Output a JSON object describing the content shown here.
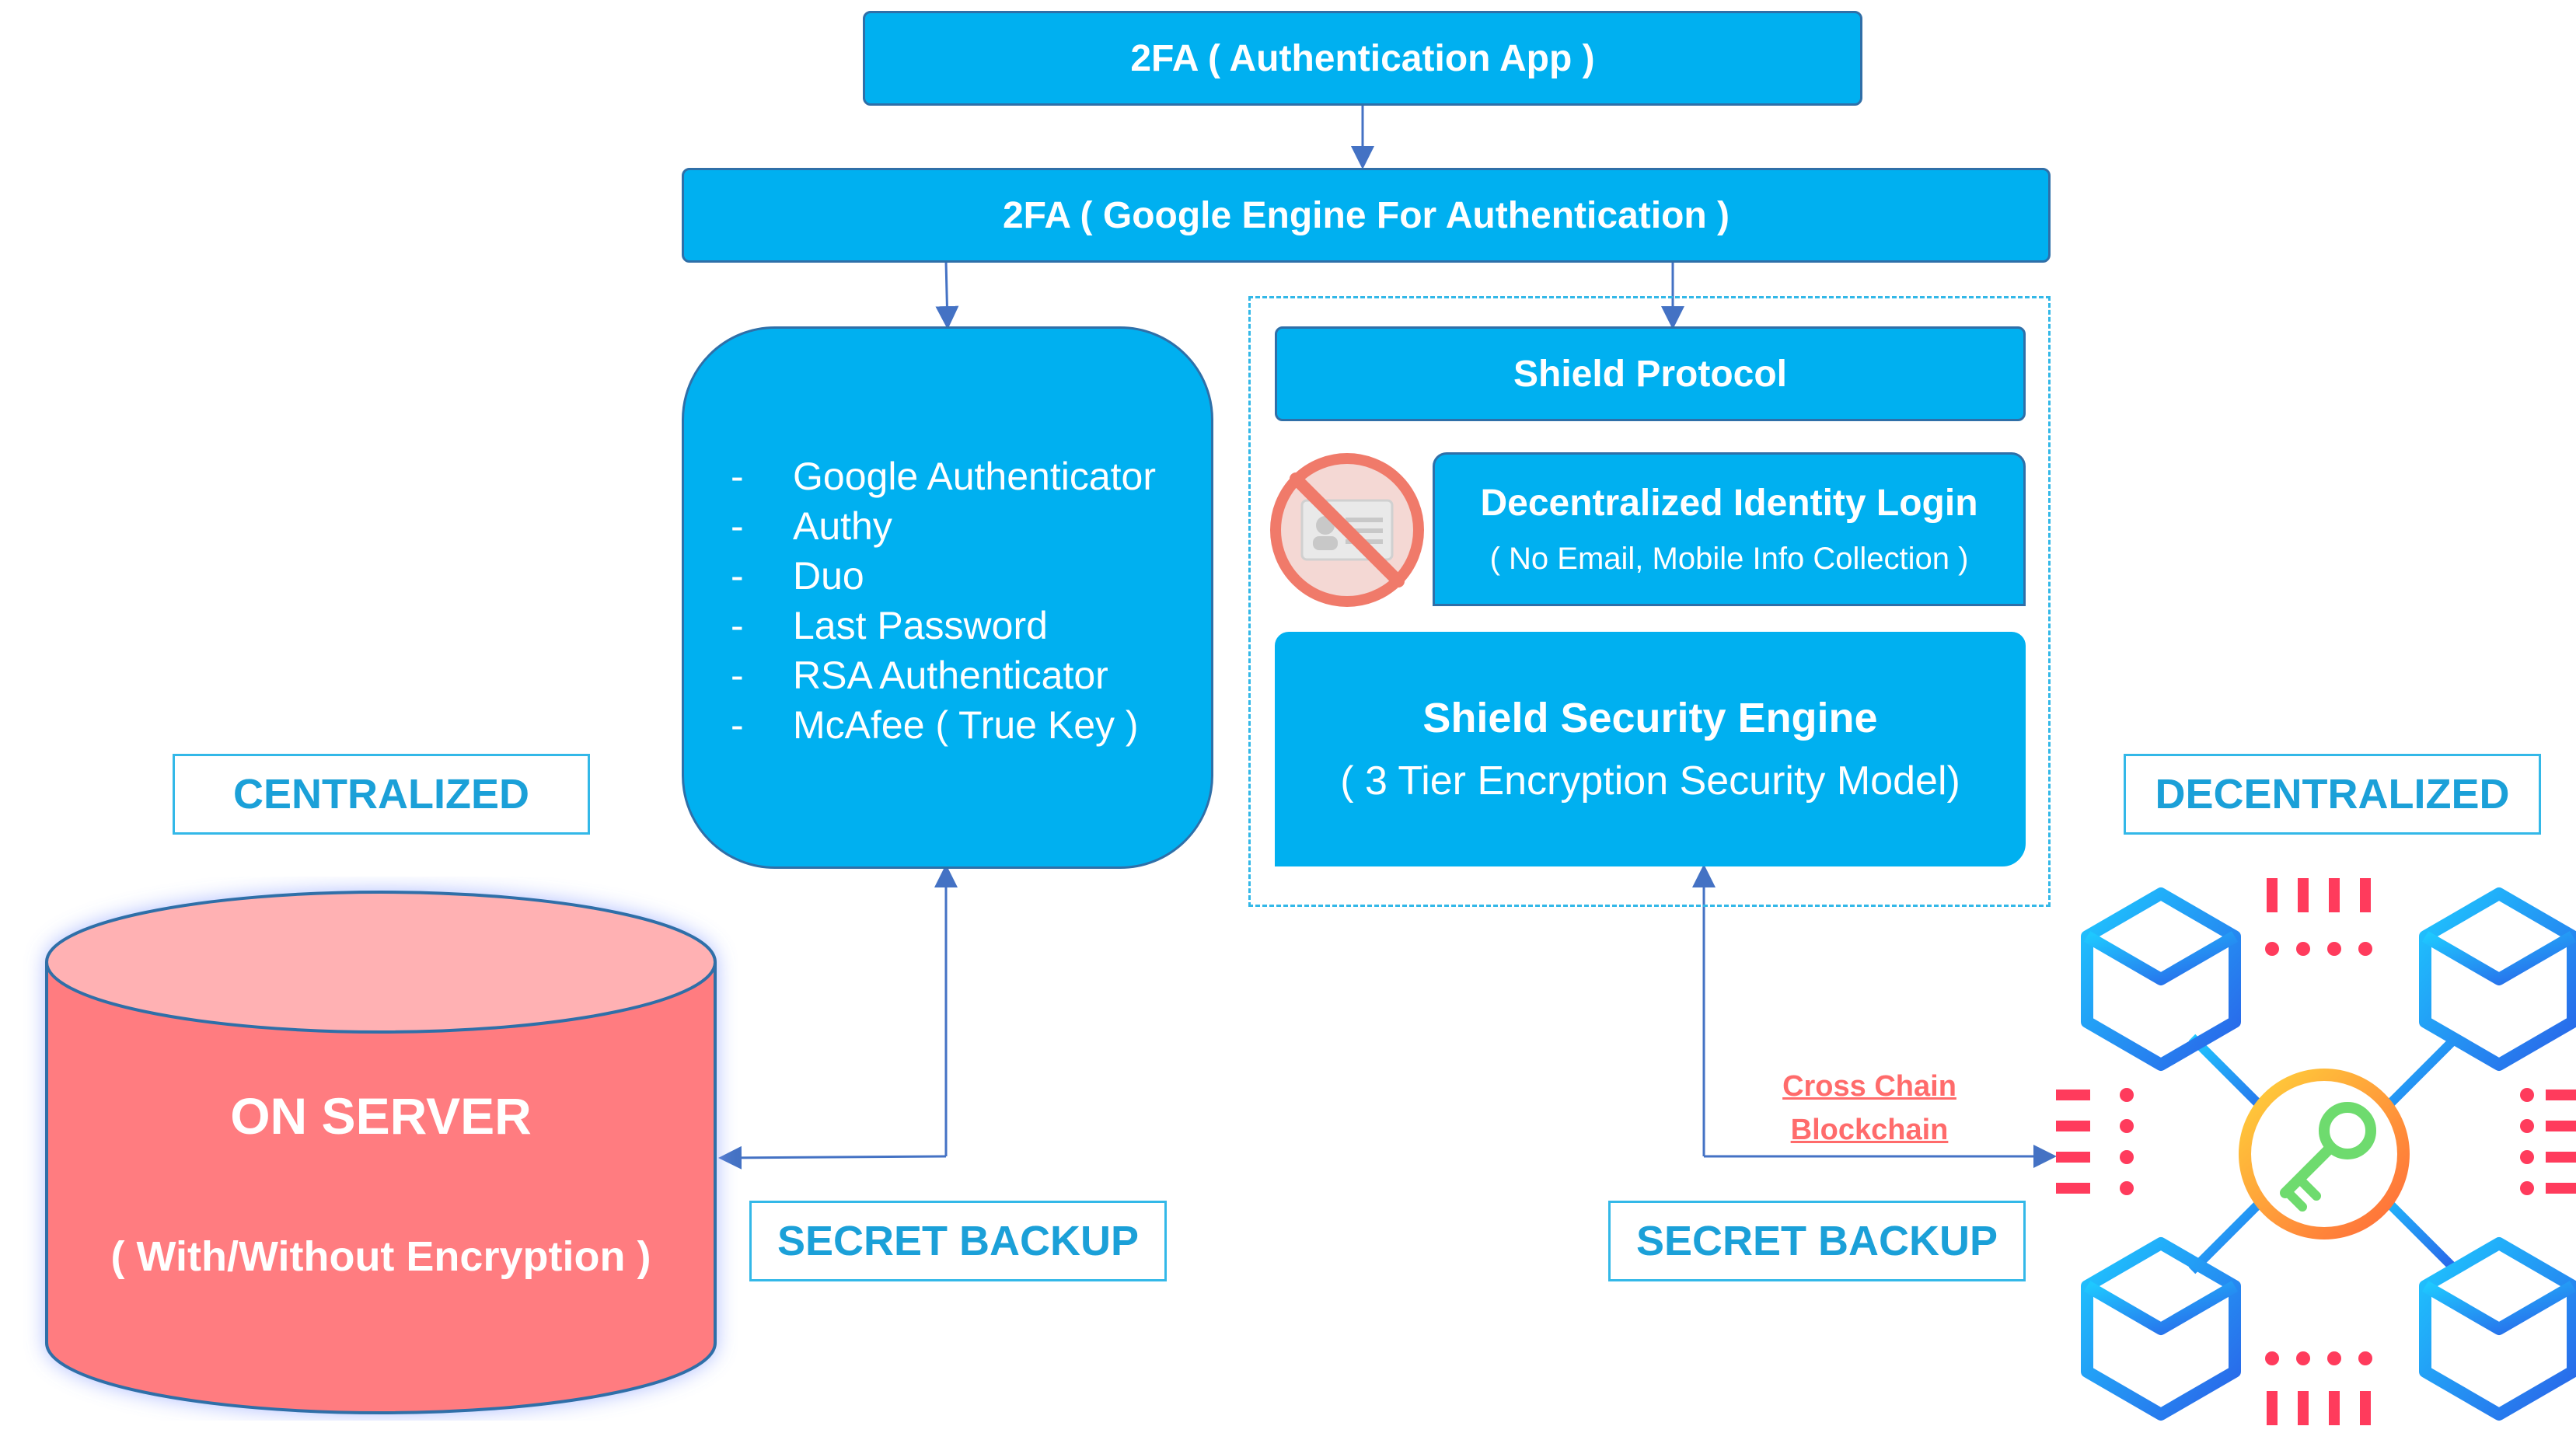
{
  "top_app": {
    "label": "2FA ( Authentication App  )"
  },
  "google_engine": {
    "label": "2FA ( Google Engine For Authentication )"
  },
  "authenticators": {
    "items": [
      "Google Authenticator",
      "Authy",
      "Duo",
      "Last Password",
      "RSA Authenticator",
      "McAfee ( True Key )"
    ]
  },
  "shield_protocol": {
    "label": "Shield Protocol"
  },
  "identity_login": {
    "title": "Decentralized Identity Login",
    "subtitle": "( No Email, Mobile Info Collection  )"
  },
  "security_engine": {
    "title": "Shield Security Engine",
    "subtitle": "( 3 Tier Encryption Security Model)"
  },
  "left_side": {
    "category": "CENTRALIZED",
    "server_title": "ON SERVER",
    "server_subtitle": "( With/Without Encryption )",
    "backup_label": "SECRET BACKUP"
  },
  "right_side": {
    "category": "DECENTRALIZED",
    "backup_label": "SECRET BACKUP",
    "link_text_1": "Cross Chain",
    "link_text_2": "Blockchain"
  },
  "colors": {
    "box_blue": "#00B0F0",
    "box_border": "#2F6FA8",
    "label_text": "#1BA0D8",
    "server_red": "#FF7C80",
    "link_red": "#FF6B6B"
  },
  "icons": [
    "no-id-card-icon",
    "blockchain-key-network-icon"
  ]
}
